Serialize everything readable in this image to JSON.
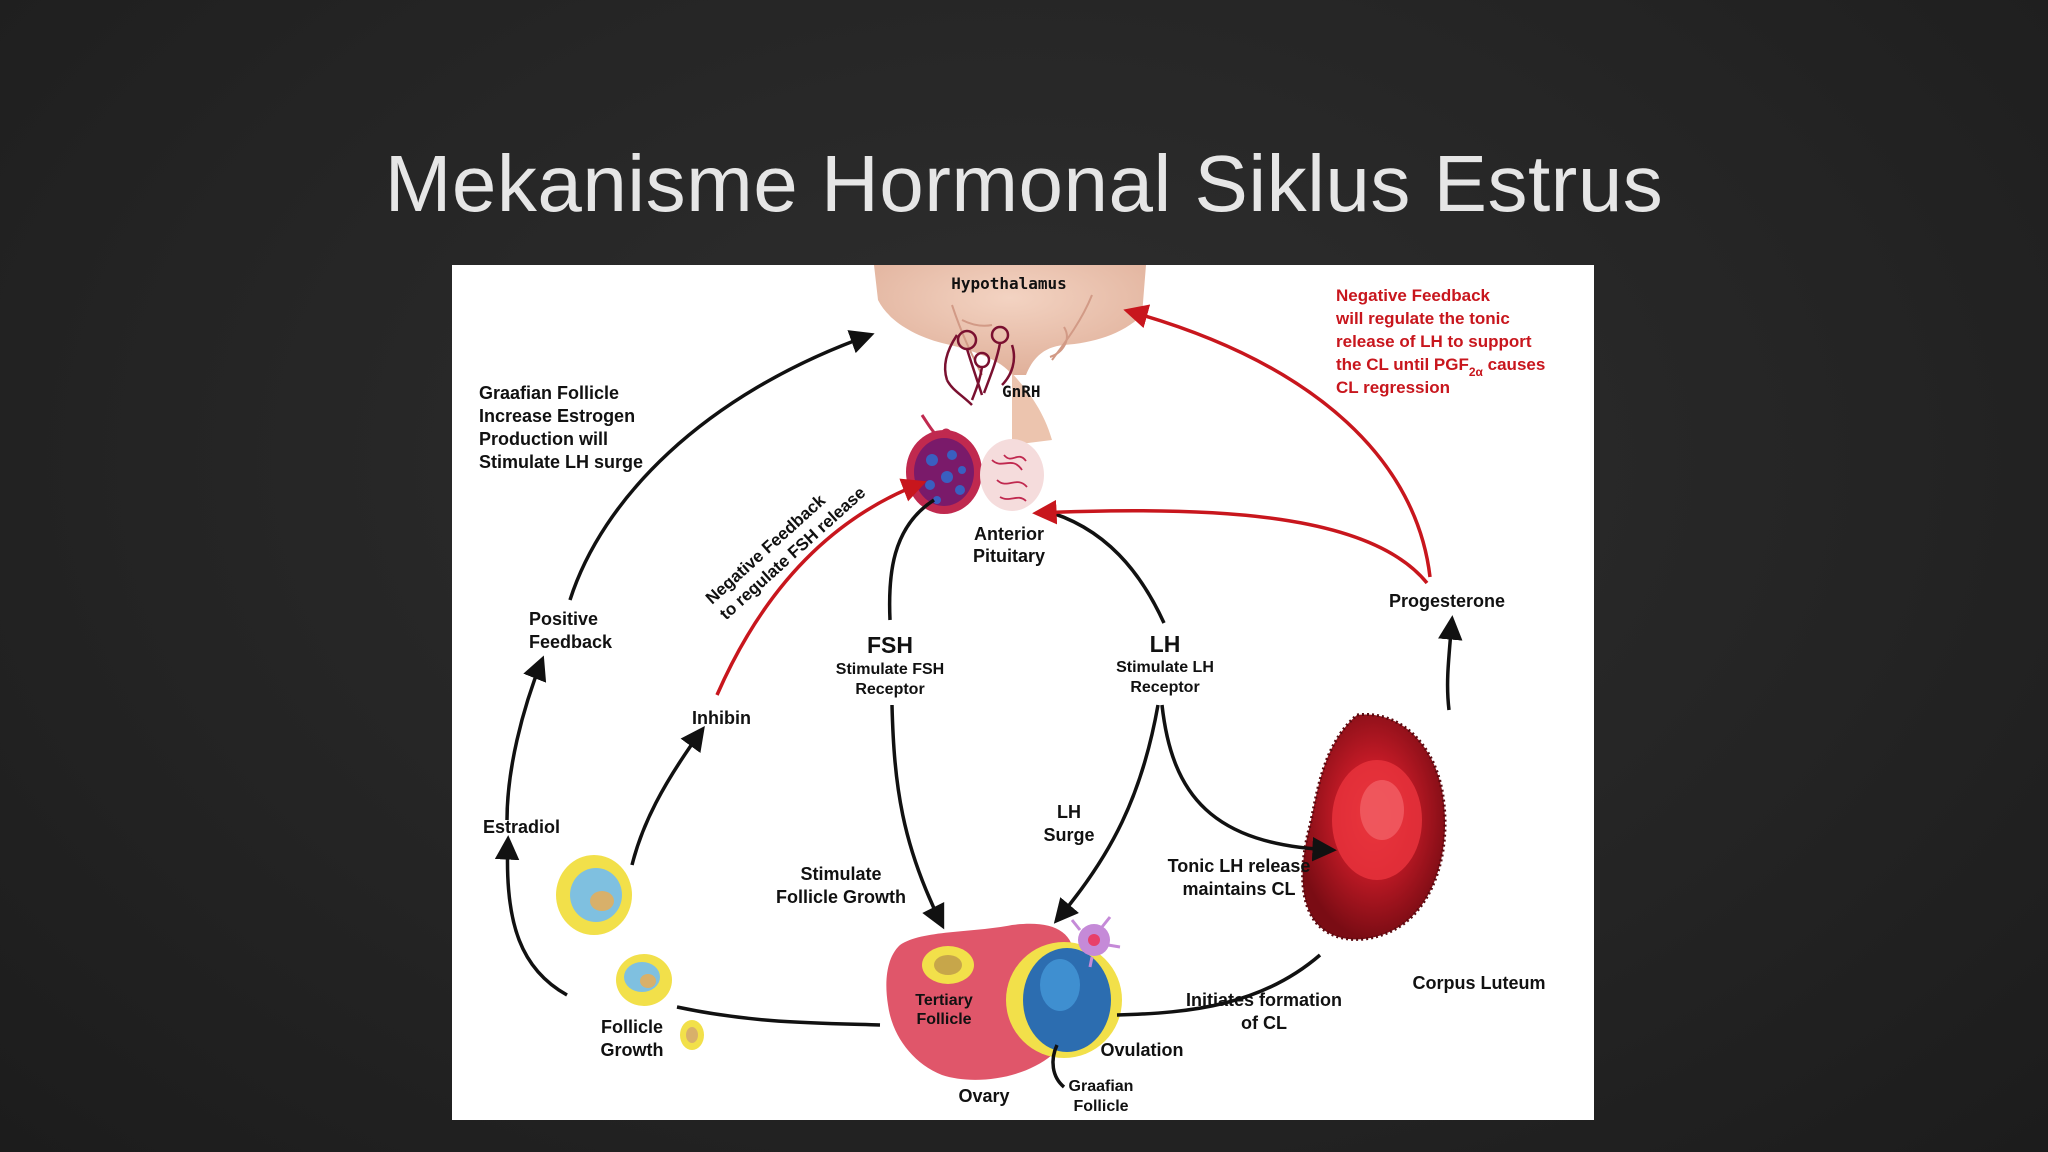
{
  "slide": {
    "title": "Mekanisme Hormonal Siklus Estrus"
  },
  "diagram": {
    "hypothalamus": "Hypothalamus",
    "gnrh": "GnRH",
    "anterior_pituitary": [
      "Anterior",
      "Pituitary"
    ],
    "graafian_note": [
      "Graafian Follicle",
      "Increase Estrogen",
      "Production will",
      "Stimulate LH surge"
    ],
    "negative_feedback_fsh": [
      "Negative Feedback",
      "to regulate FSH release"
    ],
    "negative_feedback_lh": {
      "lines": [
        "Negative Feedback",
        "will regulate the tonic",
        "release of LH to support",
        "the CL until PGF"
      ],
      "subscript": "2α",
      "line4_tail": " causes",
      "line5": "CL regression"
    },
    "positive_feedback": [
      "Positive",
      "Feedback"
    ],
    "inhibin": "Inhibin",
    "estradiol": "Estradiol",
    "fsh": "FSH",
    "fsh_sub": [
      "Stimulate FSH",
      "Receptor"
    ],
    "lh": "LH",
    "lh_sub": [
      "Stimulate LH",
      "Receptor"
    ],
    "progesterone": "Progesterone",
    "lh_surge": [
      "LH",
      "Surge"
    ],
    "tonic_lh": [
      "Tonic LH release",
      "maintains CL"
    ],
    "stimulate_growth": [
      "Stimulate",
      "Follicle Growth"
    ],
    "corpus_luteum": "Corpus Luteum",
    "tertiary_follicle": [
      "Tertiary",
      "Follicle"
    ],
    "initiates_cl": [
      "Initiates formation",
      "of CL"
    ],
    "follicle_growth": [
      "Follicle",
      "Growth"
    ],
    "ovulation": "Ovulation",
    "ovary": "Ovary",
    "graafian_follicle": [
      "Graafian",
      "Follicle"
    ]
  },
  "colors": {
    "background": "#262626",
    "title_text": "#e6e6e6",
    "feedback_red": "#c8161d",
    "arrow_black": "#111111",
    "ovary_pink": "#e0566a",
    "corpus_red": "#c21a26",
    "follicle_yellow": "#f2e04a",
    "follicle_blue": "#3f8fd0"
  }
}
